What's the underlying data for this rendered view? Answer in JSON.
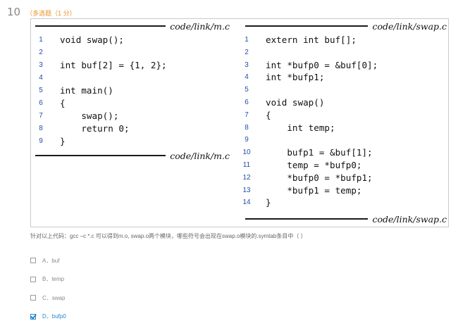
{
  "question": {
    "number": "10",
    "type_label": "（多选题（1 分）"
  },
  "code": {
    "left": {
      "caption": "code/link/m.c",
      "lines": [
        {
          "n": "1",
          "t": "void swap();"
        },
        {
          "n": "2",
          "t": ""
        },
        {
          "n": "3",
          "t": "int buf[2] = {1, 2};"
        },
        {
          "n": "4",
          "t": ""
        },
        {
          "n": "5",
          "t": "int main()"
        },
        {
          "n": "6",
          "t": "{"
        },
        {
          "n": "7",
          "t": "    swap();"
        },
        {
          "n": "8",
          "t": "    return 0;"
        },
        {
          "n": "9",
          "t": "}"
        }
      ]
    },
    "right": {
      "caption": "code/link/swap.c",
      "lines": [
        {
          "n": "1",
          "t": "extern int buf[];"
        },
        {
          "n": "2",
          "t": ""
        },
        {
          "n": "3",
          "t": "int *bufp0 = &buf[0];"
        },
        {
          "n": "4",
          "t": "int *bufp1;"
        },
        {
          "n": "5",
          "t": ""
        },
        {
          "n": "6",
          "t": "void swap()"
        },
        {
          "n": "7",
          "t": "{"
        },
        {
          "n": "8",
          "t": "    int temp;"
        },
        {
          "n": "9",
          "t": ""
        },
        {
          "n": "10",
          "t": "    bufp1 = &buf[1];"
        },
        {
          "n": "11",
          "t": "    temp = *bufp0;"
        },
        {
          "n": "12",
          "t": "    *bufp0 = *bufp1;"
        },
        {
          "n": "13",
          "t": "    *bufp1 = temp;"
        },
        {
          "n": "14",
          "t": "}"
        }
      ]
    }
  },
  "prompt": "针对以上代码：gcc –c *.c 可以得到m.o, swap.o两个模块，哪些符号会出现在swap.o模块的.symtab条目中（ ）",
  "options": [
    {
      "label": "A．buf",
      "checked": false
    },
    {
      "label": "B．temp",
      "checked": false
    },
    {
      "label": "C．swap",
      "checked": false
    },
    {
      "label": "D．bufp0",
      "checked": true
    }
  ]
}
